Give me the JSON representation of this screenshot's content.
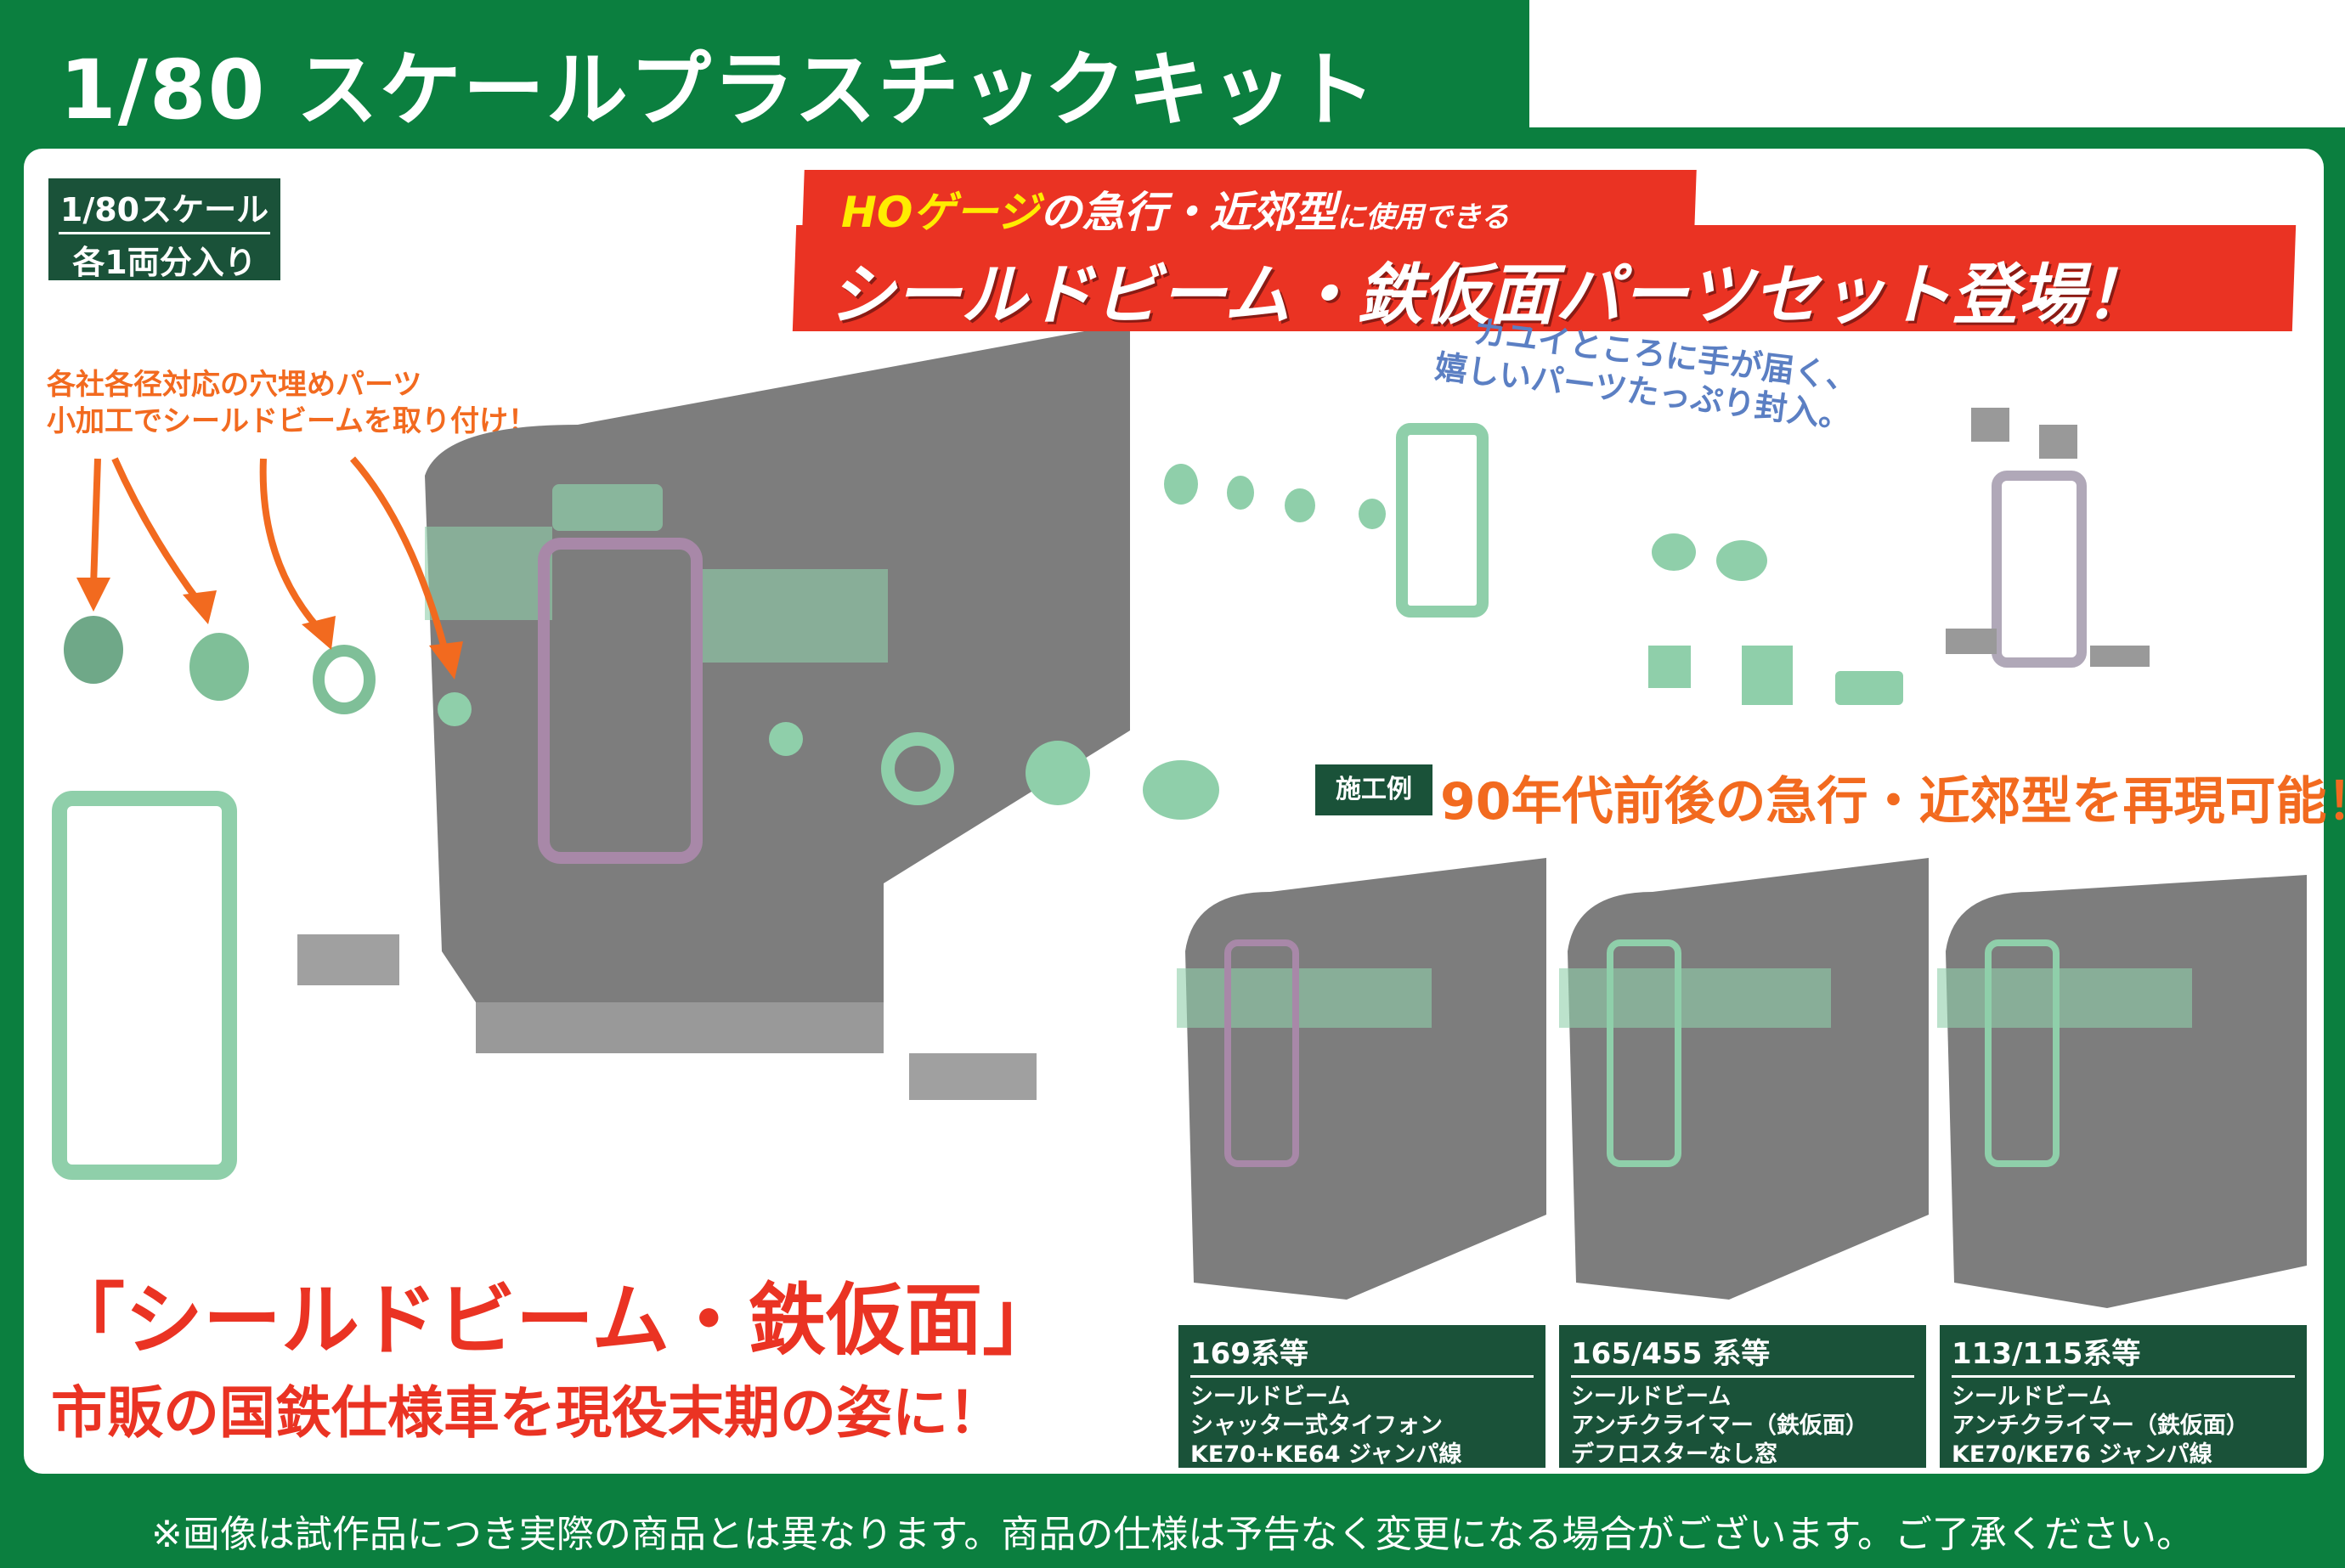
{
  "header": {
    "title": "1/80 スケールプラスチックキット"
  },
  "scale_badge": {
    "line1": "1/80スケール",
    "line2": "各1両分入り"
  },
  "parts_note": {
    "line1": "各社各径対応の穴埋めパーツ",
    "line2": "小加工でシールドビームを取り付け！"
  },
  "banner": {
    "pre_highlight": "HOゲージ",
    "pre_rest": "の急行・近郊型",
    "pre_small": "に使用できる",
    "main": "シールドビーム・鉄仮面パーツセット登場！"
  },
  "blue_note": {
    "line1": "カユイところに手が届く、",
    "line2": "嬉しいパーツたっぷり封入。"
  },
  "example": {
    "badge": "施工例",
    "headline": "90年代前後の急行・近郊型を再現可能！"
  },
  "examples": [
    {
      "title": "169系等",
      "lines": [
        "シールドビーム",
        "シャッター式タイフォン",
        "KE70+KE64 ジャンパ線"
      ]
    },
    {
      "title": "165/455 系等",
      "lines": [
        "シールドビーム",
        "アンチクライマー（鉄仮面）",
        "デフロスターなし窓"
      ]
    },
    {
      "title": "113/115系等",
      "lines": [
        "シールドビーム",
        "アンチクライマー（鉄仮面）",
        "KE70/KE76 ジャンパ線"
      ]
    }
  ],
  "headline": {
    "line1": "「シールドビーム・鉄仮面」",
    "line2": "市販の国鉄仕様車を現役末期の姿に！"
  },
  "footer": {
    "note": "※画像は試作品につき実際の商品とは異なります。商品の仕様は予告なく変更になる場合がございます。ご了承ください。"
  },
  "colors": {
    "green": "#0b7f3f",
    "dark_green": "#1a5239",
    "red": "#ea3323",
    "orange": "#f26a1f",
    "blue": "#5b7fc3",
    "part_green": "#8fcfaa",
    "body_gray": "#808080"
  }
}
